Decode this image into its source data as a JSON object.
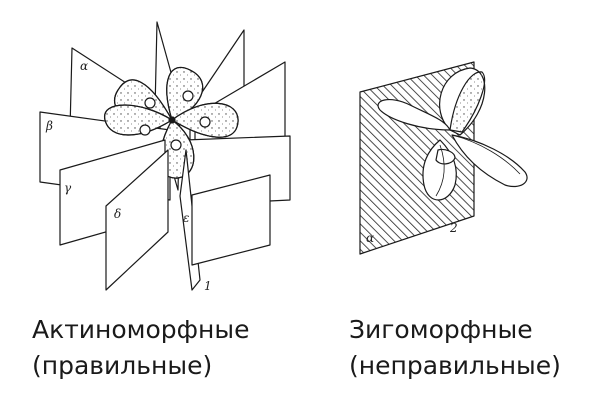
{
  "figure1": {
    "number": "1",
    "plane_labels": [
      "α",
      "β",
      "γ",
      "δ",
      "ε"
    ]
  },
  "figure2": {
    "number": "2",
    "plane_label": "α"
  },
  "captions": {
    "left": {
      "line1": "Актиноморфные",
      "line2": "(правильные)"
    },
    "right": {
      "line1": "Зигоморфные",
      "line2": "(неправильные)"
    }
  }
}
